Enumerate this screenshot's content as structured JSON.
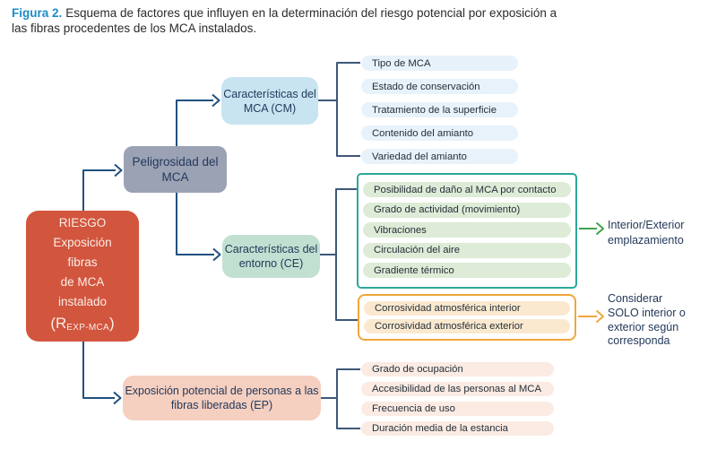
{
  "title": {
    "label": "Figura 2.",
    "line1": "Esquema de factores que influyen en la determinación del riesgo potencial por exposición a",
    "line2": "las fibras procedentes de los MCA instalados."
  },
  "riesgo": {
    "lines": [
      "RIESGO",
      "Exposición",
      "fibras",
      "de MCA",
      "instalado"
    ],
    "symbol": {
      "open": "(R",
      "sub": "EXP-MCA",
      "close": ")"
    }
  },
  "nodes": {
    "peligrosidad": "Peligrosidad del MCA",
    "cm": "Características del MCA (CM)",
    "ce": "Características del entorno (CE)",
    "ep": "Exposición potencial de personas a las fibras liberadas (EP)"
  },
  "factors": {
    "cm": [
      "Tipo de MCA",
      "Estado de conservación",
      "Tratamiento de la superficie",
      "Contenido del amianto",
      "Variedad del amianto"
    ],
    "ce_entorno": [
      "Posibilidad de daño al MCA por contacto",
      "Grado de actividad (movimiento)",
      "Vibraciones",
      "Circulación del aire",
      "Gradiente térmico"
    ],
    "ce_corrosividad": [
      "Corrosividad atmosférica interior",
      "Corrosividad atmosférica exterior"
    ],
    "ep": [
      "Grado de ocupación",
      "Accesibilidad de las personas al MCA",
      "Frecuencia de uso",
      "Duración media de la estancia"
    ]
  },
  "annotations": {
    "emplazamiento": [
      "Interior/Exterior",
      "emplazamiento"
    ],
    "corrosividad": [
      "Considerar",
      "SOLO interior o",
      "exterior según",
      "corresponda"
    ]
  },
  "colors": {
    "title_accent": "#1C8BC8",
    "text_body": "#2B2B2B",
    "text_navy": "#23395B",
    "text_pill": "#252F3A",
    "box_riesgo": "#D2553E",
    "riesgo_text": "#FBEDE6",
    "box_peligrosidad": "#9BA2B4",
    "box_cm": "#C8E4F1",
    "box_ce": "#C2E0D1",
    "box_ep": "#F5CFC0",
    "pill_blue": "#E8F2FA",
    "pill_green": "#DEEBD7",
    "pill_orange": "#FBE9CF",
    "pill_pink": "#FBEBE3",
    "border_teal": "#2CA89A",
    "border_orange": "#F0A73C",
    "arrow_blue": "#1F5180",
    "arrow_green": "#3EA44B",
    "arrow_orange": "#F0A73C",
    "bracket": "#3D5878"
  }
}
